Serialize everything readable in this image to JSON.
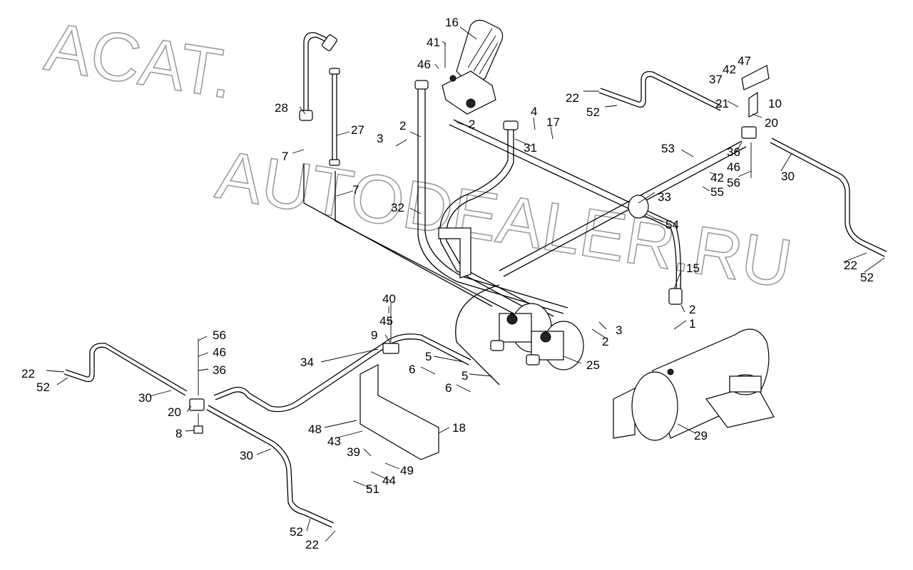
{
  "watermark": {
    "line1": "ACAT.",
    "line2": "AUTODEALER.RU"
  },
  "callouts": [
    {
      "id": "c16",
      "text": "16"
    },
    {
      "id": "c41",
      "text": "41"
    },
    {
      "id": "c46a",
      "text": "46"
    },
    {
      "id": "c28",
      "text": "28"
    },
    {
      "id": "c27",
      "text": "27"
    },
    {
      "id": "c7a",
      "text": "7"
    },
    {
      "id": "c7b",
      "text": "7"
    },
    {
      "id": "c2a",
      "text": "2"
    },
    {
      "id": "c3a",
      "text": "3"
    },
    {
      "id": "c2b",
      "text": "2"
    },
    {
      "id": "c4",
      "text": "4"
    },
    {
      "id": "c17",
      "text": "17"
    },
    {
      "id": "c31",
      "text": "31"
    },
    {
      "id": "c32",
      "text": "32"
    },
    {
      "id": "c22a",
      "text": "22"
    },
    {
      "id": "c52a",
      "text": "52"
    },
    {
      "id": "c37",
      "text": "37"
    },
    {
      "id": "c42a",
      "text": "42"
    },
    {
      "id": "c47",
      "text": "47"
    },
    {
      "id": "c21",
      "text": "21"
    },
    {
      "id": "c10",
      "text": "10"
    },
    {
      "id": "c20a",
      "text": "20"
    },
    {
      "id": "c53",
      "text": "53"
    },
    {
      "id": "c36a",
      "text": "36"
    },
    {
      "id": "c46b",
      "text": "46"
    },
    {
      "id": "c42b",
      "text": "42"
    },
    {
      "id": "c55",
      "text": "55"
    },
    {
      "id": "c56a",
      "text": "56"
    },
    {
      "id": "c30a",
      "text": "30"
    },
    {
      "id": "c33",
      "text": "33"
    },
    {
      "id": "c54",
      "text": "54"
    },
    {
      "id": "c15",
      "text": "15"
    },
    {
      "id": "c22b",
      "text": "22"
    },
    {
      "id": "c52b",
      "text": "52"
    },
    {
      "id": "c40",
      "text": "40"
    },
    {
      "id": "c45",
      "text": "45"
    },
    {
      "id": "c9",
      "text": "9"
    },
    {
      "id": "c34",
      "text": "34"
    },
    {
      "id": "c2c",
      "text": "2"
    },
    {
      "id": "c1",
      "text": "1"
    },
    {
      "id": "c3b",
      "text": "3"
    },
    {
      "id": "c2d",
      "text": "2"
    },
    {
      "id": "c5a",
      "text": "5"
    },
    {
      "id": "c6a",
      "text": "6"
    },
    {
      "id": "c5b",
      "text": "5"
    },
    {
      "id": "c6b",
      "text": "6"
    },
    {
      "id": "c25",
      "text": "25"
    },
    {
      "id": "c56b",
      "text": "56"
    },
    {
      "id": "c46c",
      "text": "46"
    },
    {
      "id": "c36b",
      "text": "36"
    },
    {
      "id": "c22c",
      "text": "22"
    },
    {
      "id": "c52c",
      "text": "52"
    },
    {
      "id": "c30b",
      "text": "30"
    },
    {
      "id": "c20b",
      "text": "20"
    },
    {
      "id": "c8",
      "text": "8"
    },
    {
      "id": "c30c",
      "text": "30"
    },
    {
      "id": "c48",
      "text": "48"
    },
    {
      "id": "c43",
      "text": "43"
    },
    {
      "id": "c39",
      "text": "39"
    },
    {
      "id": "c18",
      "text": "18"
    },
    {
      "id": "c49",
      "text": "49"
    },
    {
      "id": "c44",
      "text": "44"
    },
    {
      "id": "c51",
      "text": "51"
    },
    {
      "id": "c29",
      "text": "29"
    },
    {
      "id": "c52d",
      "text": "52"
    },
    {
      "id": "c22d",
      "text": "22"
    }
  ]
}
